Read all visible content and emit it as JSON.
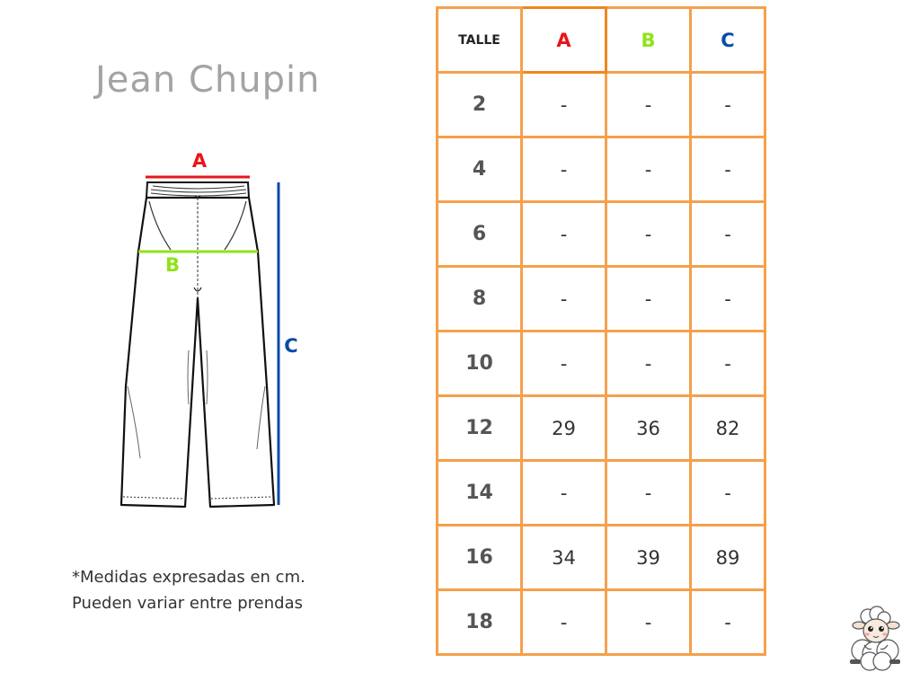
{
  "title": "Jean Chupin",
  "diagram": {
    "label_a": "A",
    "label_b": "B",
    "label_c": "C",
    "color_a": "#e8141a",
    "color_b": "#8fe31a",
    "color_c": "#0a4ba8"
  },
  "note": {
    "line1": "*Medidas expresadas en cm.",
    "line2": "Pueden variar entre prendas"
  },
  "table": {
    "header": {
      "talle": "TALLE",
      "a": "A",
      "b": "B",
      "c": "C"
    },
    "rows": [
      {
        "size": "2",
        "a": "-",
        "b": "-",
        "c": "-"
      },
      {
        "size": "4",
        "a": "-",
        "b": "-",
        "c": "-"
      },
      {
        "size": "6",
        "a": "-",
        "b": "-",
        "c": "-"
      },
      {
        "size": "8",
        "a": "-",
        "b": "-",
        "c": "-"
      },
      {
        "size": "10",
        "a": "-",
        "b": "-",
        "c": "-"
      },
      {
        "size": "12",
        "a": "29",
        "b": "36",
        "c": "82"
      },
      {
        "size": "14",
        "a": "-",
        "b": "-",
        "c": "-"
      },
      {
        "size": "16",
        "a": "34",
        "b": "39",
        "c": "89"
      },
      {
        "size": "18",
        "a": "-",
        "b": "-",
        "c": "-"
      }
    ],
    "border_color": "#f5a04b"
  },
  "mascot": {
    "icon": "sheep-icon"
  }
}
